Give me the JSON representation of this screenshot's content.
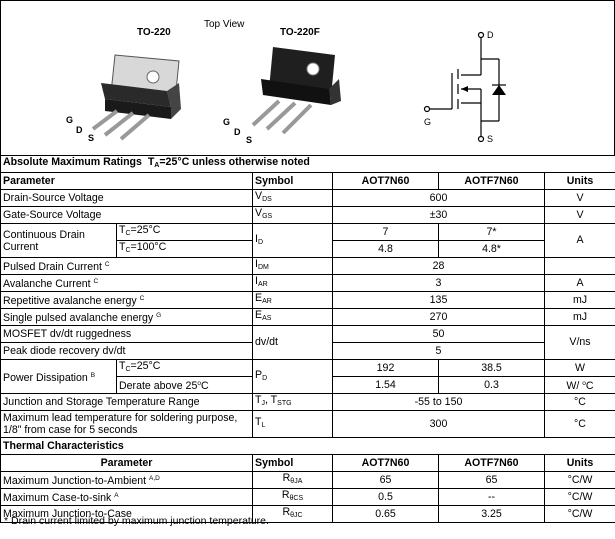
{
  "packages": {
    "left_label": "TO-220",
    "center_label": "Top View",
    "right_label": "TO-220F",
    "lead_g": "G",
    "lead_d": "D",
    "lead_s": "S"
  },
  "schematic": {
    "d": "D",
    "g": "G",
    "s": "S"
  },
  "amr": {
    "title": "Absolute Maximum Ratings",
    "cond_prefix": "T",
    "cond_sub": "A",
    "cond_rest": "=25°C unless otherwise noted",
    "headers": [
      "Parameter",
      "Symbol",
      "AOT7N60",
      "AOTF7N60",
      "Units"
    ],
    "rows": {
      "vds": {
        "param": "Drain-Source Voltage",
        "sym": "V",
        "sub": "DS",
        "v1": "600",
        "unit": "V"
      },
      "vgs": {
        "param": "Gate-Source Voltage",
        "sym": "V",
        "sub": "GS",
        "v1": "±30",
        "unit": "V"
      },
      "id": {
        "param1": "Continuous Drain",
        "param2": "Current",
        "cond1_pre": "T",
        "cond1_sub": "C",
        "cond1_post": "=25°C",
        "cond2_pre": "T",
        "cond2_sub": "C",
        "cond2_post": "=100°C",
        "sym": "I",
        "sub": "D",
        "a1": "7",
        "b1": "7*",
        "a2": "4.8",
        "b2": "4.8*",
        "unit": "A"
      },
      "idm": {
        "param": "Pulsed Drain Current",
        "sup": "C",
        "sym": "I",
        "sub": "DM",
        "v1": "28"
      },
      "iar": {
        "param": "Avalanche Current",
        "sup": "C",
        "sym": "I",
        "sub": "AR",
        "v1": "3",
        "unit": "A"
      },
      "ear": {
        "param": "Repetitive avalanche energy",
        "sup": "C",
        "sym": "E",
        "sub": "AR",
        "v1": "135",
        "unit": "mJ"
      },
      "eas": {
        "param": "Single pulsed avalanche energy",
        "sup": "G",
        "sym": "E",
        "sub": "AS",
        "v1": "270",
        "unit": "mJ"
      },
      "dvdt": {
        "param1": "MOSFET dv/dt ruggedness",
        "param2": "Peak diode recovery dv/dt",
        "sym": "dv/dt",
        "v1": "50",
        "v2": "5",
        "unit": "V/ns"
      },
      "pd": {
        "param": "Power Dissipation",
        "sup": "B",
        "cond1_pre": "T",
        "cond1_sub": "C",
        "cond1_post": "=25°C",
        "cond2": "Derate above 25",
        "cond2_sup": "o",
        "cond2_post": "C",
        "sym": "P",
        "sub": "D",
        "a1": "192",
        "b1": "38.5",
        "unit1": "W",
        "a2": "1.54",
        "b2": "0.3",
        "unit2_pre": "W/ ",
        "unit2_sup": "o",
        "unit2_post": "C"
      },
      "tj": {
        "param": "Junction and Storage Temperature Range",
        "sym1": "T",
        "sub1": "J",
        "sep": ", T",
        "sub2": "STG",
        "v1": "-55 to 150",
        "unit": "°C"
      },
      "tl": {
        "param": "Maximum lead temperature for soldering purpose, 1/8\" from case for 5 seconds",
        "sym": "T",
        "sub": "L",
        "v1": "300",
        "unit": "°C"
      }
    }
  },
  "thermal": {
    "title": "Thermal Characteristics",
    "headers": [
      "Parameter",
      "Symbol",
      "AOT7N60",
      "AOTF7N60",
      "Units"
    ],
    "rows": [
      {
        "param": "Maximum Junction-to-Ambient",
        "sup": "A,D",
        "sym": "R",
        "sub": "θJA",
        "a": "65",
        "b": "65",
        "unit": "°C/W"
      },
      {
        "param": "Maximum Case-to-sink",
        "sup": "A",
        "sym": "R",
        "sub": "θCS",
        "a": "0.5",
        "b": "--",
        "unit": "°C/W"
      },
      {
        "param": "Maximum Junction-to-Case",
        "sup": "",
        "sym": "R",
        "sub": "θJC",
        "a": "0.65",
        "b": "3.25",
        "unit": "°C/W"
      }
    ]
  },
  "footnote": "* Drain current limited by maximum junction temperature."
}
